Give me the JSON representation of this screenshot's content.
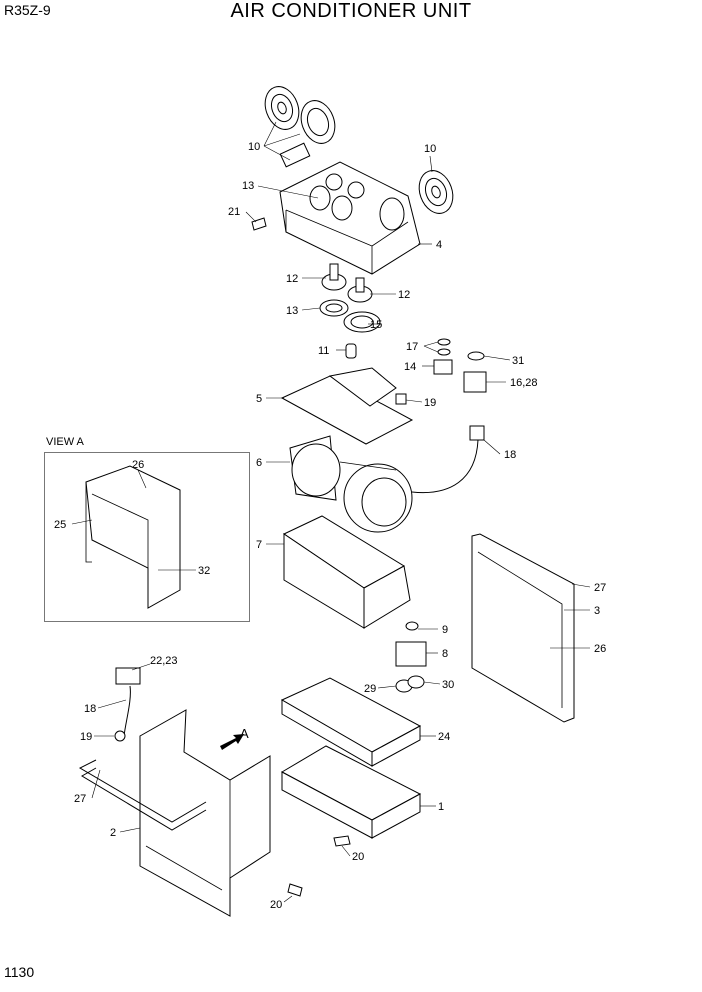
{
  "header": {
    "model": "R35Z-9",
    "title": "AIR CONDITIONER UNIT"
  },
  "page_number": "1130",
  "view_a": {
    "label": "VIEW A",
    "callouts": [
      "26",
      "25",
      "32"
    ]
  },
  "view_direction": {
    "label": "A"
  },
  "callouts": [
    "10",
    "10",
    "13",
    "21",
    "4",
    "12",
    "12",
    "13",
    "15",
    "11",
    "17",
    "14",
    "31",
    "16,28",
    "5",
    "19",
    "6",
    "18",
    "7",
    "27",
    "3",
    "26",
    "9",
    "8",
    "29",
    "30",
    "22,23",
    "18",
    "19",
    "27",
    "2",
    "24",
    "1",
    "20",
    "20"
  ]
}
